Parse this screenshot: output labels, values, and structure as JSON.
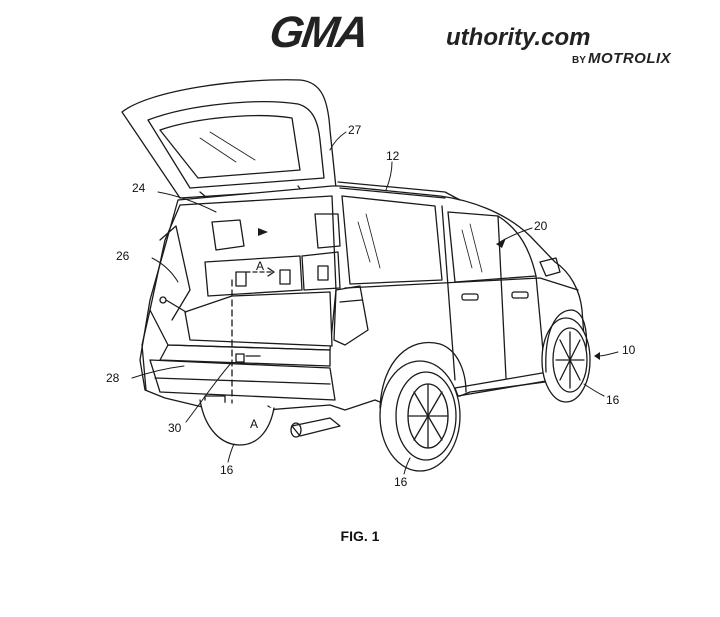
{
  "watermark": {
    "gm": "GMA",
    "rest": "uthority.com",
    "by": "BY",
    "partner": "MOTROLIX"
  },
  "figure": {
    "caption": "FIG. 1",
    "labels": {
      "l27": "27",
      "l12": "12",
      "l24": "24",
      "l20": "20",
      "l26": "26",
      "lA_top": "A",
      "l10": "10",
      "l28": "28",
      "l30": "30",
      "lA_bottom": "A",
      "l16_left": "16",
      "l16_center": "16",
      "l16_right": "16"
    }
  }
}
